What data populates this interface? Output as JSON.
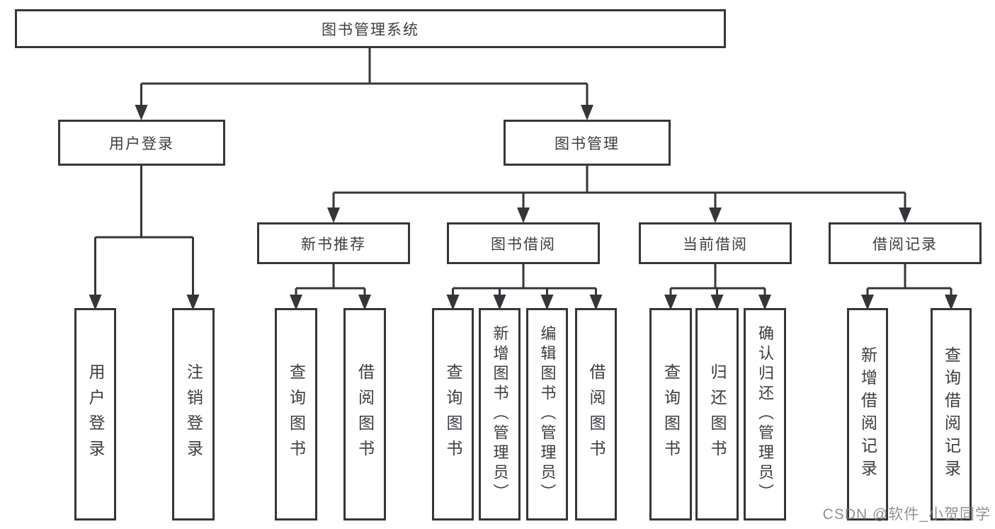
{
  "colors": {
    "line": "#35363a",
    "box_border": "#35363a",
    "box_fill": "#ffffff",
    "text": "#3c3d42",
    "background": "#ffffff",
    "watermark": "#7d7e82"
  },
  "watermark": "CSDN @软件_小贺同学",
  "tree": {
    "root": "图书管理系统",
    "user": {
      "label": "用户登录",
      "children": [
        "用户登录",
        "注销登录"
      ]
    },
    "management": {
      "label": "图书管理",
      "children": [
        {
          "label": "新书推荐",
          "children": [
            "查询图书",
            "借阅图书"
          ]
        },
        {
          "label": "图书借阅",
          "children": [
            "查询图书",
            "新增图书（管理员）",
            "编辑图书（管理员）",
            "借阅图书"
          ]
        },
        {
          "label": "当前借阅",
          "children": [
            "查询图书",
            "归还图书",
            "确认归还（管理员）"
          ]
        },
        {
          "label": "借阅记录",
          "children": [
            "新增借阅记录",
            "查询借阅记录"
          ]
        }
      ]
    }
  }
}
